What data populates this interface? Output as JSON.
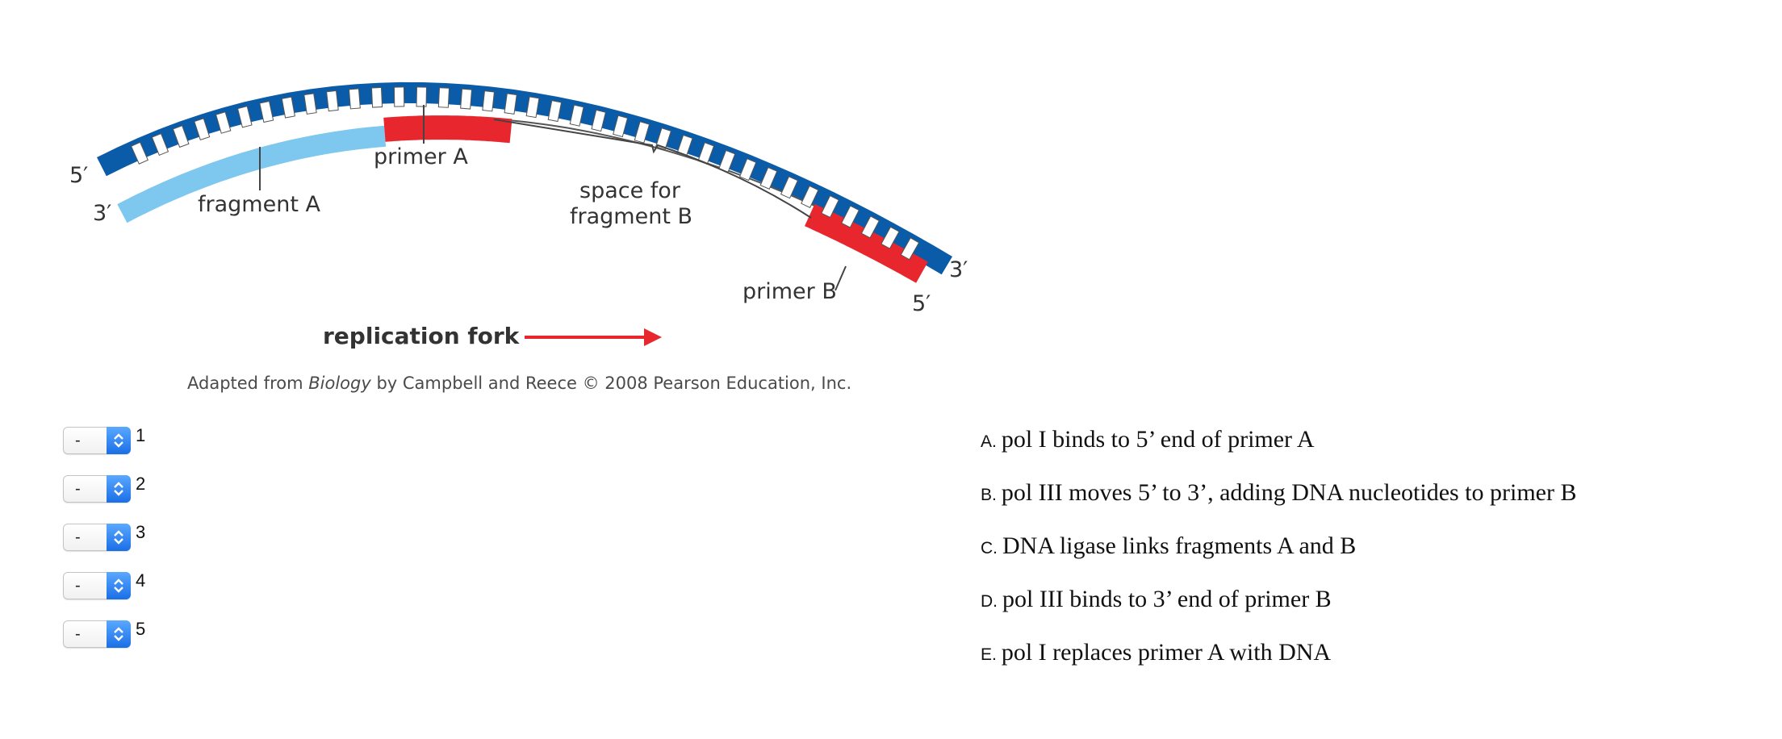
{
  "diagram": {
    "labels": {
      "five_prime_top": "5′",
      "three_prime_left": "3′",
      "fragment_a": "fragment A",
      "primer_a": "primer A",
      "space_line1": "space for",
      "space_line2": "fragment B",
      "primer_b": "primer B",
      "three_prime_right": "3′",
      "five_prime_right": "5′",
      "replication_fork": "replication fork"
    },
    "caption": {
      "pre": "Adapted from ",
      "italic": "Biology",
      "post": " by Campbell and Reece © 2008 Pearson Education, Inc."
    },
    "colors": {
      "template_strand": "#0a5ca8",
      "fragment_strand": "#7ec8f0",
      "primer": "#e8262e",
      "arrow": "#e8262e"
    }
  },
  "dropdowns": [
    {
      "number": "1",
      "value": "-"
    },
    {
      "number": "2",
      "value": "-"
    },
    {
      "number": "3",
      "value": "-"
    },
    {
      "number": "4",
      "value": "-"
    },
    {
      "number": "5",
      "value": "-"
    }
  ],
  "options": [
    {
      "letter": "A.",
      "text": "pol I binds to 5’ end of primer A"
    },
    {
      "letter": "B.",
      "text": "pol III moves 5’ to 3’, adding DNA nucleotides to primer B"
    },
    {
      "letter": "C.",
      "text": "DNA ligase links fragments A and B"
    },
    {
      "letter": "D.",
      "text": "pol III binds to 3’ end of primer B"
    },
    {
      "letter": "E.",
      "text": "pol I replaces primer A with DNA"
    }
  ]
}
